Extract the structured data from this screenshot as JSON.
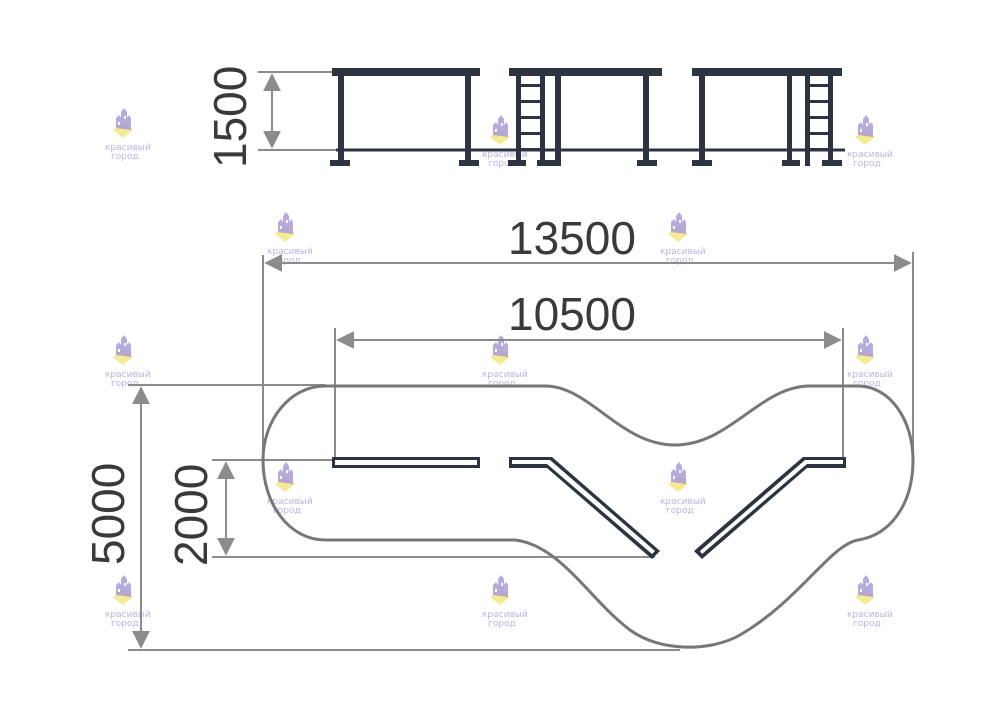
{
  "dimensions": {
    "height_side_view": "1500",
    "total_length": "13500",
    "inner_length": "10500",
    "total_width": "5000",
    "inner_width": "2000"
  },
  "watermark": {
    "line1": "красивый",
    "line2": "город"
  },
  "colors": {
    "structure": "#2b3440",
    "dimension_line": "#8c8c8c",
    "outline": "#777777",
    "text": "#3a3a3a",
    "watermark_purple": "#a08fd0",
    "watermark_yellow": "#f5e98a"
  }
}
